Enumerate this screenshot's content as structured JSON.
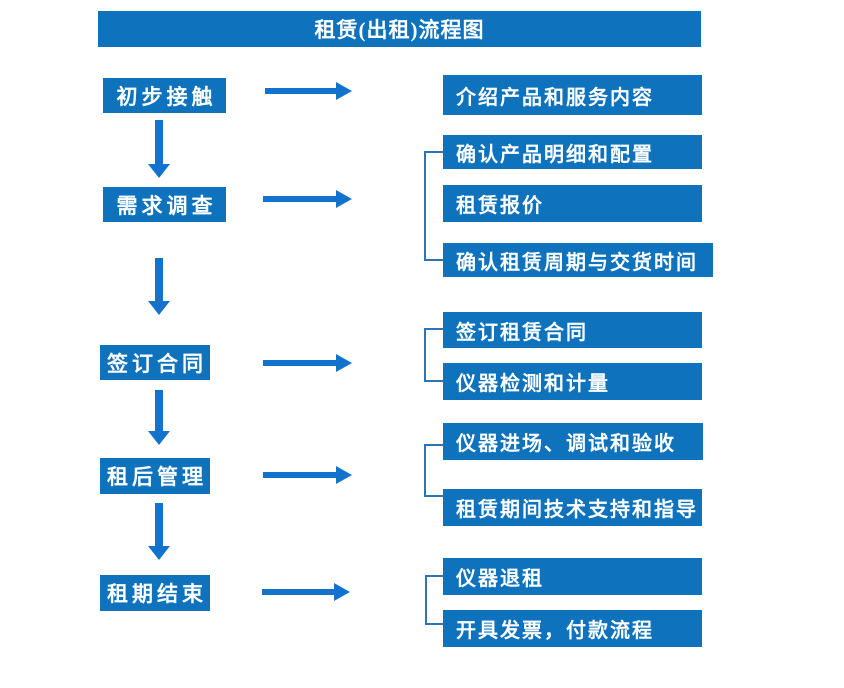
{
  "title": "租赁(出租)流程图",
  "colors": {
    "box_blue": "#0E72BD",
    "arrow_blue": "#1373CC",
    "bracket_blue": "#2E74B5",
    "text_white": "#FFFFFF"
  },
  "flow": [
    {
      "step": "初步接触",
      "details": [
        "介绍产品和服务内容"
      ]
    },
    {
      "step": "需求调查",
      "details": [
        "确认产品明细和配置",
        "租赁报价",
        "确认租赁周期与交货时间"
      ]
    },
    {
      "step": "签订合同",
      "details": [
        "签订租赁合同",
        "仪器检测和计量"
      ]
    },
    {
      "step": "租后管理",
      "details": [
        "仪器进场、调试和验收",
        "租赁期间技术支持和指导"
      ]
    },
    {
      "step": "租期结束",
      "details": [
        "仪器退租",
        "开具发票，付款流程"
      ]
    }
  ]
}
